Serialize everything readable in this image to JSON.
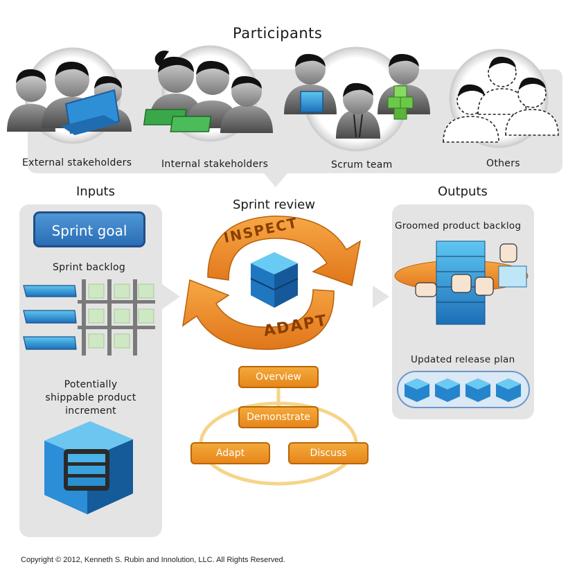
{
  "participants": {
    "title": "Participants",
    "groups": [
      {
        "label": "External stakeholders"
      },
      {
        "label": "Internal stakeholders"
      },
      {
        "label": "Scrum team"
      },
      {
        "label": "Others"
      }
    ]
  },
  "inputs": {
    "title": "Inputs",
    "sprint_goal": "Sprint goal",
    "sprint_backlog": "Sprint backlog",
    "increment_line1": "Potentially",
    "increment_line2": "shippable product",
    "increment_line3": "increment"
  },
  "center": {
    "title": "Sprint review",
    "inspect": "INSPECT",
    "adapt": "ADAPT",
    "steps": [
      {
        "label": "Overview"
      },
      {
        "label": "Demonstrate"
      },
      {
        "label": "Adapt"
      },
      {
        "label": "Discuss"
      }
    ]
  },
  "outputs": {
    "title": "Outputs",
    "groomed": "Groomed product backlog",
    "release": "Updated release plan"
  },
  "footer": {
    "copyright": "Copyright © 2012, Kenneth S. Rubin and Innolution, LLC. All Rights Reserved."
  },
  "colors": {
    "panel": "#e4e4e4",
    "orange": "#ee8a22",
    "blue": "#2a8fd4",
    "green": "#5bbb3c"
  }
}
